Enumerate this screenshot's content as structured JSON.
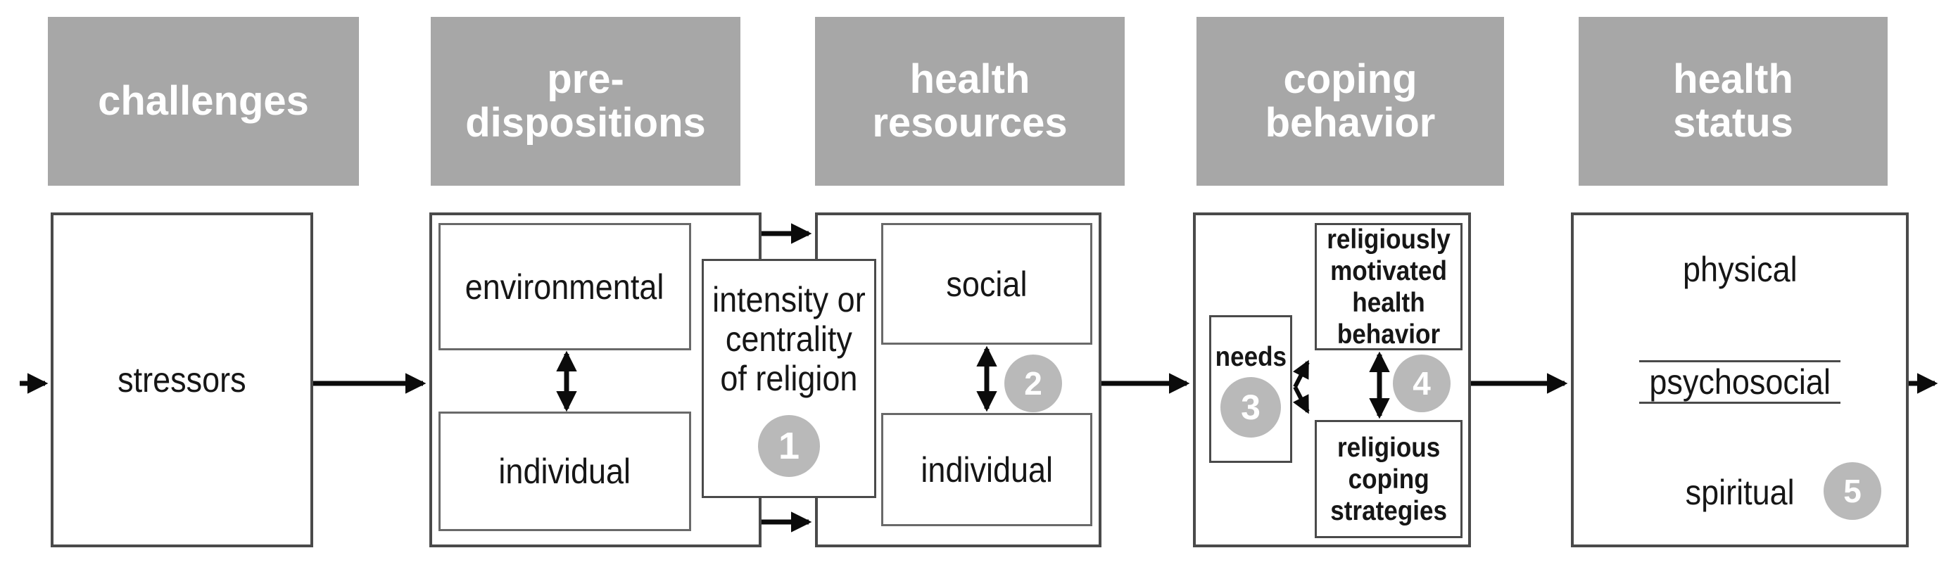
{
  "title": "model diagram: challenges to health status",
  "colors": {
    "header_bg": "#a7a7a7",
    "header_text": "#ffffff",
    "badge_bg": "#b9b9b9",
    "badge_text": "#ffffff",
    "box_border_dark": "#4a4a4a",
    "box_border_mid": "#696969",
    "arrow": "#0b0b0b",
    "label_text": "#161616",
    "background": "#ffffff"
  },
  "headers": {
    "challenges": "challenges",
    "predispositions": "pre-\ndispositions",
    "health_resources": "health\nresources",
    "coping_behavior": "coping\nbehavior",
    "health_status": "health\nstatus"
  },
  "challenges": {
    "stressors": "stressors"
  },
  "predispositions": {
    "environmental": "environmental",
    "individual": "individual",
    "intensity": "intensity or\ncentrality\nof religion",
    "badge": "1"
  },
  "health_resources": {
    "social": "social",
    "individual": "individual",
    "badge": "2"
  },
  "coping_behavior": {
    "needs": "needs",
    "needs_badge": "3",
    "religious_health_behavior": "religiously\nmotivated\nhealth behavior",
    "religious_coping": "religious\ncoping\nstrategies",
    "badge": "4"
  },
  "health_status": {
    "physical": "physical",
    "psychosocial": "psychosocial",
    "spiritual": "spiritual",
    "badge": "5"
  }
}
